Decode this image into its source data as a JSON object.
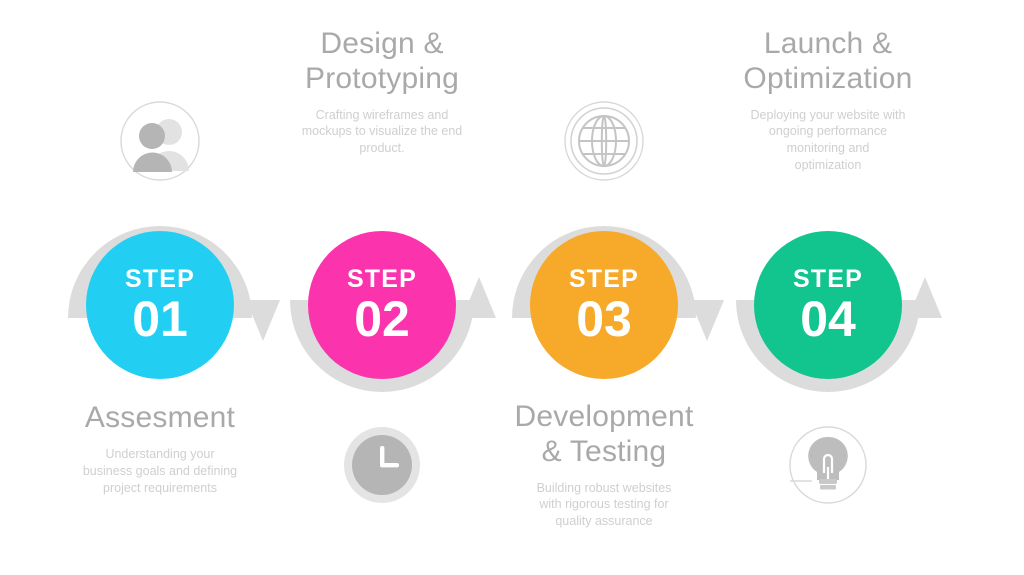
{
  "diagram": {
    "type": "4-step circular process infographic",
    "background_color": "#ffffff",
    "arrow_color": "#dcdcdc",
    "title_color": "#a9a9a9",
    "desc_color": "#cfcfcf"
  },
  "steps": [
    {
      "step_label": "STEP",
      "number": "01",
      "color": "#22CFF2",
      "title": "Assesment",
      "description": "Understanding your\nbusiness goals and defining\nproject requirements",
      "icon": "people-icon",
      "icon_position": "above",
      "text_position": "below",
      "arrow": "arc-top-down-right"
    },
    {
      "step_label": "STEP",
      "number": "02",
      "color": "#FB34AE",
      "title": "Design &\nPrototyping",
      "description": "Crafting wireframes and\nmockups to visualize the end\nproduct.",
      "icon": "clock-icon",
      "icon_position": "below",
      "text_position": "above",
      "arrow": "arc-bottom-up-right"
    },
    {
      "step_label": "STEP",
      "number": "03",
      "color": "#F7A929",
      "title": "Development\n& Testing",
      "description": "Building robust websites\nwith rigorous testing for\nquality assurance",
      "icon": "globe-icon",
      "icon_position": "above",
      "text_position": "below",
      "arrow": "arc-top-down-right"
    },
    {
      "step_label": "STEP",
      "number": "04",
      "color": "#12C48E",
      "title": "Launch &\nOptimization",
      "description": "Deploying your website with\nongoing performance\nmonitoring and\noptimization",
      "icon": "lightbulb-icon",
      "icon_position": "below",
      "text_position": "above",
      "arrow": "arc-bottom-up-right"
    }
  ]
}
